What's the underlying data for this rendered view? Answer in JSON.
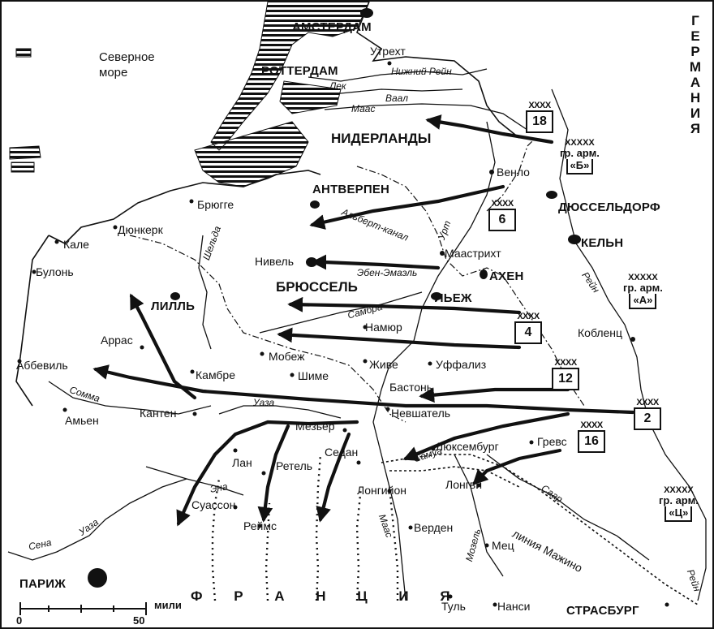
{
  "labels": {
    "sea": "Северное\nморе",
    "amsterdam": "АМСТЕРДАМ",
    "utrecht": "Утрехт",
    "rotterdam": "РОТТЕРДАМ",
    "netherlands": "НИДЕРЛАНДЫ",
    "venlo": "Венло",
    "antwerp": "АНТВЕРПЕН",
    "bruges": "Брюгге",
    "dusseldorf": "ДЮССЕЛЬДОРФ",
    "dunkirk": "Дюнкерк",
    "calais": "Кале",
    "boulogne": "Булонь",
    "koln": "КЕЛЬН",
    "maastricht": "Маастрихт",
    "nivelles": "Нивель",
    "aachen": "АХЕН",
    "brussels": "БРЮССЕЛЬ",
    "lille": "ЛИЛЛЬ",
    "liege": "ЛЬЕЖ",
    "arras": "Аррас",
    "namur": "Намюр",
    "koblenz": "Кобленц",
    "maubeuge": "Мобеж",
    "abbeville": "Аббевиль",
    "givet": "Живе",
    "houffalize": "Уффализ",
    "cambrai": "Камбре",
    "chimay": "Шиме",
    "bastogne": "Бастонь",
    "amiens": "Амьен",
    "cantin": "Кантен",
    "neufchateau": "Невшатель",
    "mezieres": "Мезьер",
    "luxembourg": "Люксембург",
    "grevenmacher": "Гревс",
    "sedan": "Седан",
    "laon": "Лан",
    "rethel": "Ретель",
    "longuyon": "Лонгийон",
    "longwy": "Лонгви",
    "soissons": "Суассон",
    "reims": "Реймс",
    "verdun": "Верден",
    "metz": "Мец",
    "maginot": "линия Мажино",
    "paris": "ПАРИЖ",
    "toul": "Туль",
    "nancy": "Нанси",
    "strasbourg": "СТРАСБУРГ",
    "germany": "Г Е Р М А Н И Я",
    "france": "Ф Р А Н Ц И Я"
  },
  "rivers": {
    "nizhny_rein": "Нижний Рейн",
    "lek": "Лек",
    "vaal": "Ваал",
    "maas_north": "Маас",
    "albert_canal": "Альберт-канал",
    "shelda": "Шельда",
    "urt": "Урт",
    "eben_emael": "Эбен-Эмаэль",
    "sambra": "Самбра",
    "rein_east": "Рейн",
    "somma": "Сомма",
    "uaza_north": "Уаза",
    "samua": "Самуа",
    "ena": "Эна",
    "uaza_south": "Уаза",
    "maas_south": "Маас",
    "saar": "Саар",
    "mozel": "Мозель",
    "sena": "Сена",
    "rein_south": "Рейн"
  },
  "units": {
    "a18": {
      "echelon": "XXXX",
      "number": "18"
    },
    "a6": {
      "echelon": "XXXX",
      "number": "6"
    },
    "a4": {
      "echelon": "XXXX",
      "number": "4"
    },
    "a12": {
      "echelon": "XXXX",
      "number": "12"
    },
    "a2": {
      "echelon": "XXXX",
      "number": "2"
    },
    "a16": {
      "echelon": "XXXX",
      "number": "16"
    }
  },
  "army_groups": {
    "b": {
      "echelon": "XXXXX",
      "line1": "гр. арм.",
      "line2": "«Б»"
    },
    "a": {
      "echelon": "XXXXX",
      "line1": "гр. арм.",
      "line2": "«А»"
    },
    "c": {
      "echelon": "XXXXX",
      "line1": "гр. арм.",
      "line2": "«Ц»"
    }
  },
  "scale": {
    "unit": "мили",
    "min": "0",
    "max": "50"
  }
}
